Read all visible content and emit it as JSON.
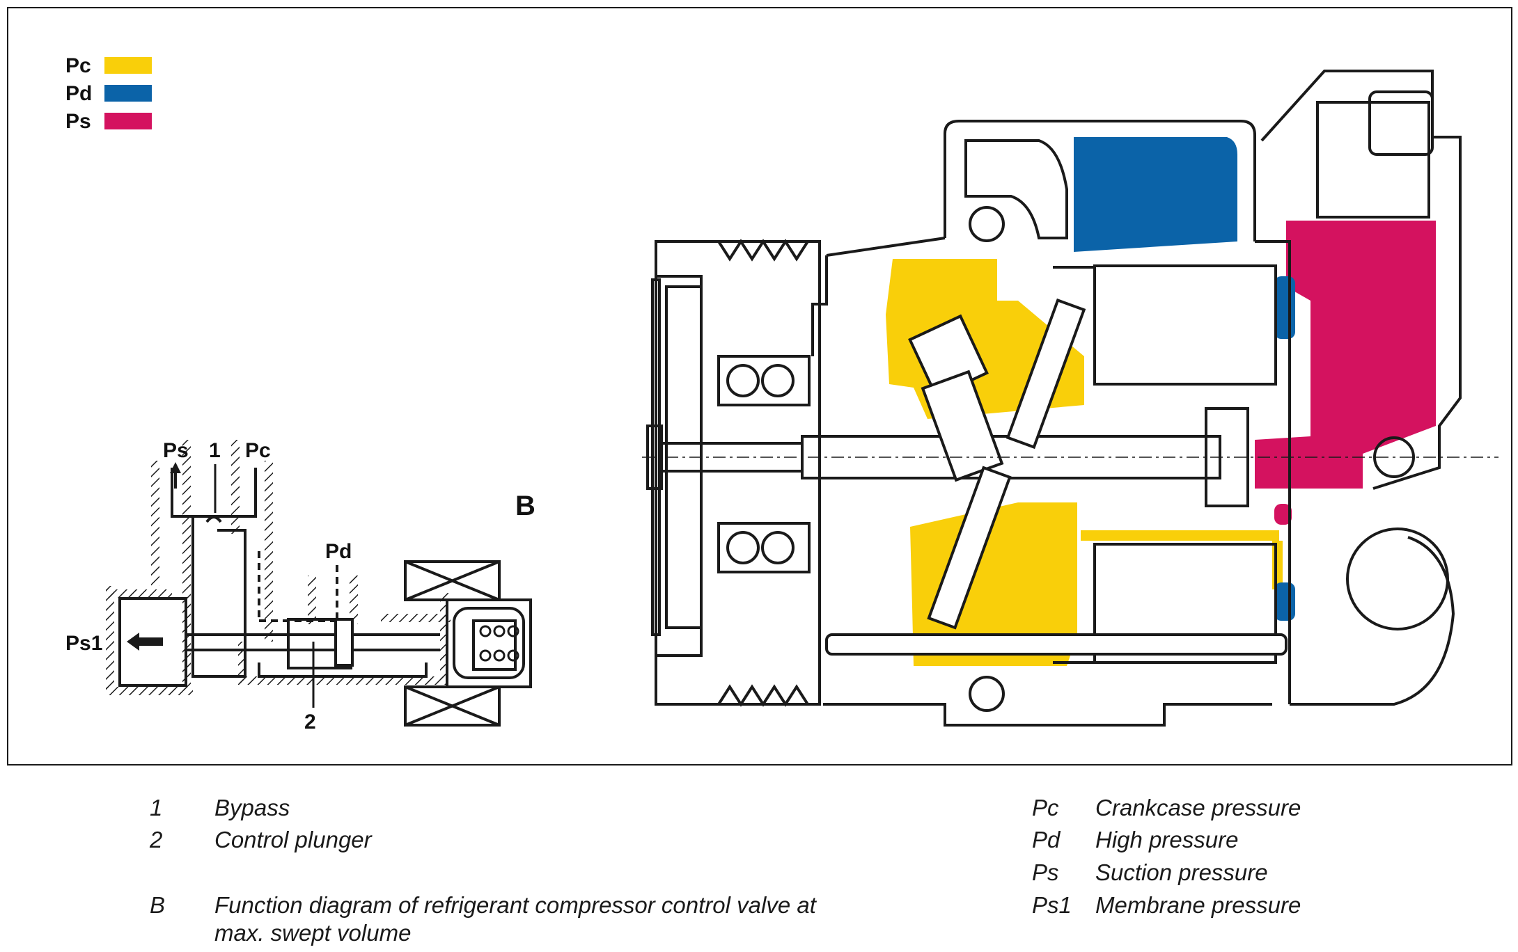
{
  "legend_swatches": [
    {
      "label": "Pc",
      "color": "#f9cf0a"
    },
    {
      "label": "Pd",
      "color": "#0b63a8"
    },
    {
      "label": "Ps",
      "color": "#d4125f"
    }
  ],
  "function_diagram": {
    "section_letter": "B",
    "labels": {
      "ps": "Ps",
      "bypass_num": "1",
      "pc": "Pc",
      "pd": "Pd",
      "ps1": "Ps1",
      "plunger_num": "2"
    }
  },
  "legend": {
    "left": [
      {
        "key": "1",
        "desc": "Bypass"
      },
      {
        "key": "2",
        "desc": "Control plunger"
      },
      {
        "key": "B",
        "desc": "Function diagram of refrigerant compressor control valve at",
        "desc2": "max. swept volume"
      }
    ],
    "right": [
      {
        "key": "Pc",
        "desc": "Crankcase pressure"
      },
      {
        "key": "Pd",
        "desc": "High pressure"
      },
      {
        "key": "Ps",
        "desc": "Suction pressure"
      },
      {
        "key": "Ps1",
        "desc": "Membrane pressure"
      }
    ]
  }
}
